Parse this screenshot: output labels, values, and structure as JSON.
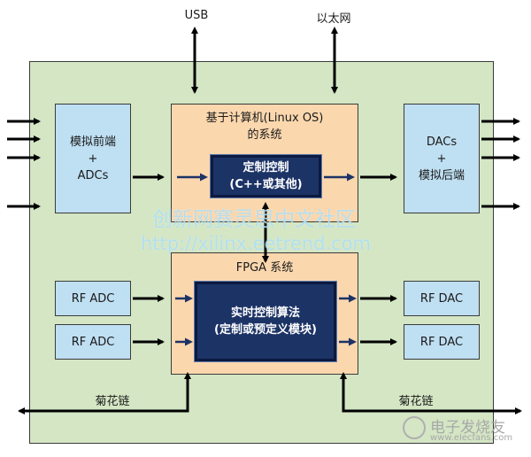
{
  "external": {
    "usb": "USB",
    "ethernet": "以太网"
  },
  "blocks": {
    "analog_front_end": "模拟前端\n+\nADCs",
    "computer_system": "基于计算机(Linux OS)\n的系统",
    "custom_control": "定制控制\n(C++或其他)",
    "dac_back_end": "DACs\n+\n模拟后端",
    "fpga_system": "FPGA 系统",
    "rf_adc_1": "RF ADC",
    "rf_adc_2": "RF ADC",
    "realtime_algorithm": "实时控制算法\n(定制或预定义模块)",
    "rf_dac_1": "RF DAC",
    "rf_dac_2": "RF DAC"
  },
  "daisy_chain": {
    "left": "菊花链",
    "right": "菊花链"
  },
  "watermark": {
    "line1": "创新网赛灵思中文社区",
    "line2": "http://xilinx.eetrend.com"
  },
  "logo": {
    "text": "电子发烧友",
    "url": "www.elecfans.com"
  },
  "colors": {
    "board": "#d4e6c4",
    "blue_block": "#bfdff2",
    "orange_block": "#fbd7ae",
    "navy_block": "#1c3366",
    "arrow": "#000000",
    "inner_arrow": "#1c3366"
  }
}
